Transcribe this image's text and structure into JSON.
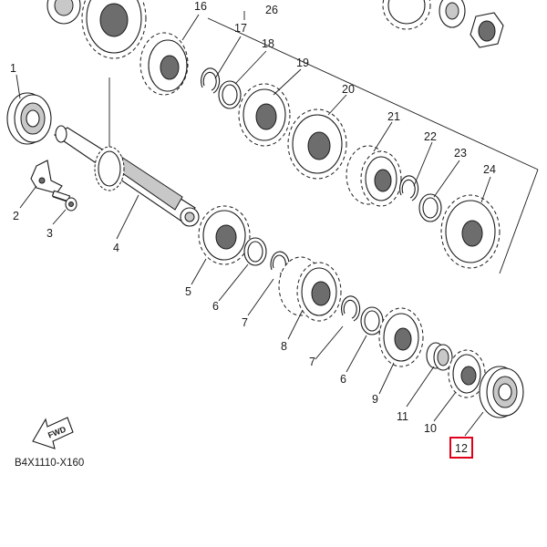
{
  "diagram": {
    "catalog_code": "B4X1110-X160",
    "forward_label": "FWD",
    "highlighted_part": "12",
    "highlight_color": "#e0001b",
    "callouts": [
      "1",
      "2",
      "3",
      "4",
      "5",
      "6",
      "7",
      "8",
      "7",
      "6",
      "9",
      "11",
      "10",
      "12",
      "16",
      "17",
      "18",
      "19",
      "20",
      "21",
      "22",
      "23",
      "24",
      "26"
    ]
  }
}
